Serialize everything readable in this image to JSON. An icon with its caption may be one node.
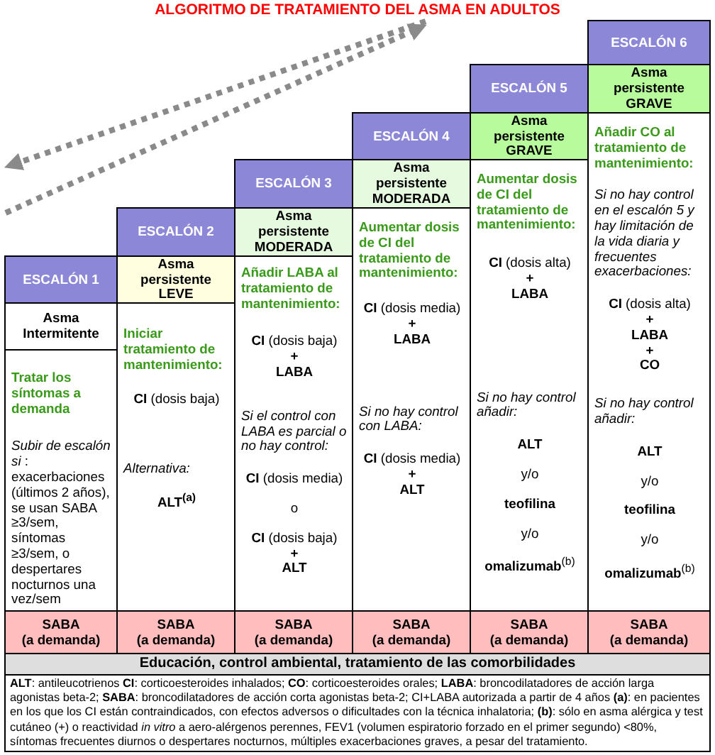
{
  "diagram": {
    "title": "ALGORITMO DE TRATAMIENTO DEL ASMA EN ADULTOS",
    "nodes": [
      {
        "text": [
          "ESCALÓN 1"
        ]
      },
      {
        "text": [
          "Asma Intermitente"
        ]
      },
      {
        "text": [
          "Tratar los síntomas a demanda",
          "*Subir de escalón si* : exacerbaciones (últimos 2 años), se usan SABA ≥3/sem, síntomas ≥3/sem, o despertares nocturnos una vez/sem"
        ]
      },
      {
        "text": [
          "ESCALÓN 2"
        ]
      },
      {
        "text": [
          "Asma persistente LEVE"
        ]
      },
      {
        "text": [
          "Iniciar tratamiento de mantenimiento:",
          "**CI** (dosis baja)",
          "Alternativa:",
          "**ALT**$^{(a)}$"
        ]
      },
      {
        "text": [
          "ESCALÓN 3"
        ]
      },
      {
        "text": [
          "Asma persistente MODERADA"
        ]
      },
      {
        "text": [
          "Añadir LABA al tratamiento de mantenimiento:",
          "**CI** (dosis baja)",
          "+",
          "LABA",
          "Si el control con LABA es parcial o no hay control:",
          "**CI** (dosis media)",
          "o",
          "**CI** (dosis baja)",
          "+",
          "ALT"
        ]
      },
      {
        "text": [
          "ESCALÓN 4"
        ]
      },
      {
        "text": [
          "Asma persistente MODERADA"
        ]
      },
      {
        "text": [
          "Aumentar dosis de CI del tratamiento de mantenimiento:",
          "**CI** (dosis media)",
          "+",
          "LABA",
          "*Si no hay control* con *LABA:*",
          "**CI** (dosis media)",
          "+",
          "ALT"
        ]
      },
      {
        "text": [
          "ESCALÓN 5"
        ]
      },
      {
        "text": [
          "Asma persistente GRAVE"
        ]
      },
      {
        "text": [
          "Aumentar dosis de CI del tratamiento de mantenimiento:",
          "**CI** (dosis alta)",
          "+",
          "LABA",
          "Si no hay control añadir:",
          "ALT",
          "y/o",
          "teofilina",
          "y/o",
          "**omalizumab**$^{(b)}$"
        ]
      },
      {
        "text": [
          "ESCALÓN 6"
        ]
      },
      {
        "text": [
          "Asma persistente GRAVE"
        ]
      },
      {
        "text": [
          "Añadir CO al tratamiento de mantenimiento:",
          "Si no hay control en el escalón 5 y hay limitación de la vida diaria y frecuentes exacerbaciones:",
          "**CI** (dosis alta)",
          "+",
          "LABA",
          "+",
          "CO",
          "Si no hay control añadir:",
          "ALT",
          "y/o",
          "teofilina",
          "y/o",
          "**omalizumab**$^{(b)}$"
        ]
      },
      {
        "text": [
          "SABA",
          "(a demanda)"
        ]
      },
      {
        "text": [
          "SABA",
          "(a demanda)"
        ]
      },
      {
        "text": [
          "SABA",
          "(a demanda)"
        ]
      },
      {
        "text": [
          "SABA",
          "(a demanda)"
        ]
      },
      {
        "text": [
          "SABA",
          "(a demanda)"
        ]
      },
      {
        "text": [
          "SABA",
          "(a demanda)"
        ]
      },
      {
        "text": [
          "Educación, control ambiental, tratamiento de las comorbilidades"
        ]
      },
      {
        "text": [
          "**ALT**: antileucotrienos **CI**: corticoesteroides inhalados; **CO**: corticoesteroides orales; **LABA**: broncodilatadores de acción larga agonistas beta-2; **SABA**: broncodilatadores de acción corta agonistas beta-2; CI+LABA autorizada a partir de 4 años **(a)**: en pacientes en los que los CI están contraindicados, con efectos adversos o dificultades con la técnica inhalatoria; **(b)**: sólo en asma alérgica y test cutáneo (+) o reactividad *in vitro* a aero-alérgenos perennes, FEV1 (volumen espiratorio forzado en el primer segundo) <80%, síntomas frecuentes diurnos o despertares nocturnos, múltiples exacerbaciones graves, a pesar del tratamiento."
        ]
      }
    ]
  }
}
